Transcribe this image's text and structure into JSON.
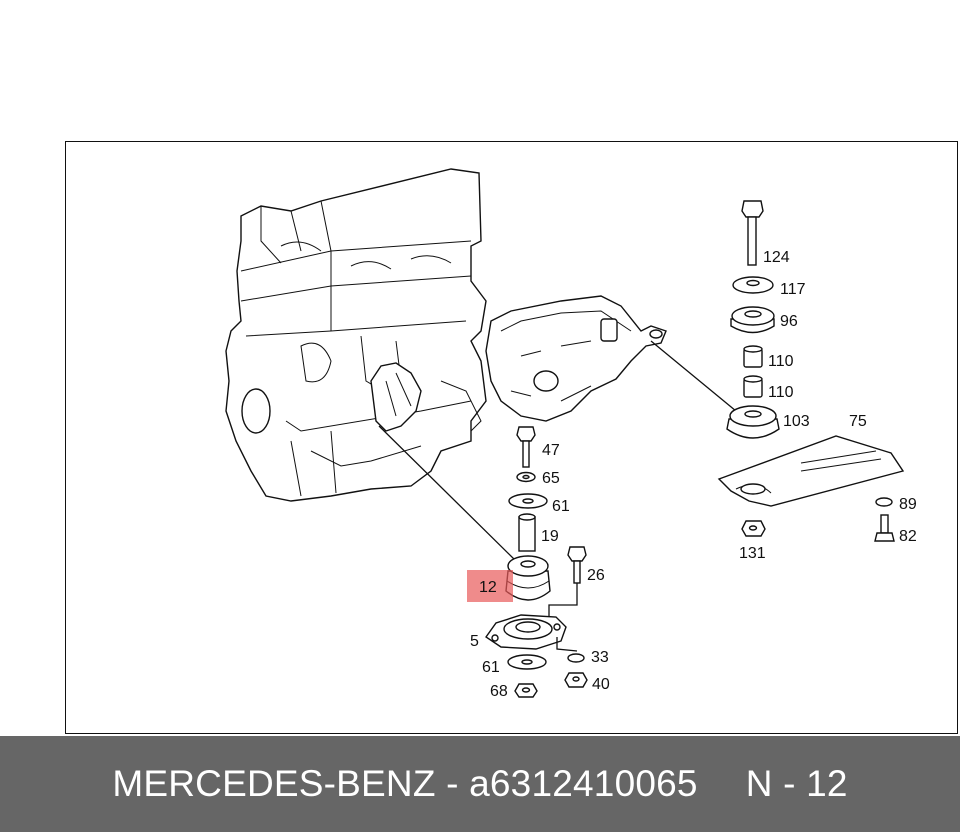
{
  "diagram": {
    "highlight_color": "#e85a5a",
    "highlighted_label": "12",
    "labels": {
      "l124": "124",
      "l117": "117",
      "l96": "96",
      "l110a": "110",
      "l110b": "110",
      "l103": "103",
      "l75": "75",
      "l89": "89",
      "l82": "82",
      "l131": "131",
      "l47": "47",
      "l65": "65",
      "l61a": "61",
      "l19": "19",
      "l12": "12",
      "l26": "26",
      "l5": "5",
      "l61b": "61",
      "l33": "33",
      "l68": "68",
      "l40": "40"
    }
  },
  "footer": {
    "brand": "MERCEDES-BENZ - a6312410065",
    "position": "N - 12",
    "background": "#666666"
  }
}
